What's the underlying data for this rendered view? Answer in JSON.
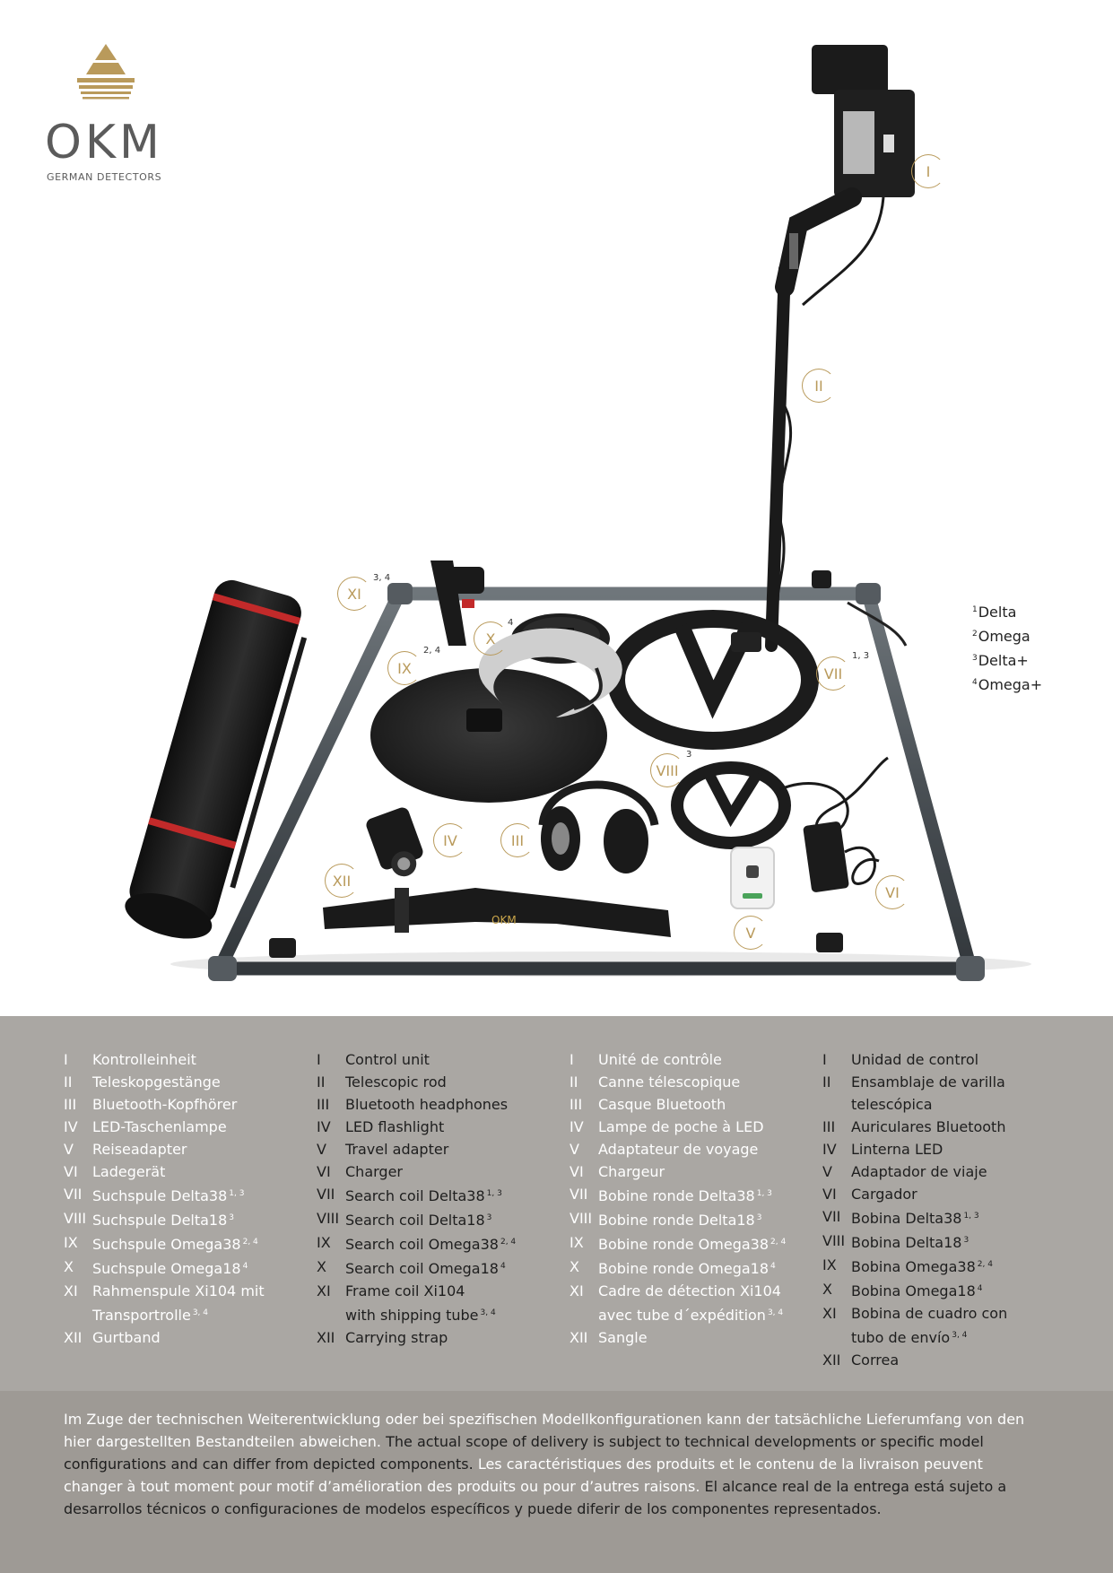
{
  "brand": {
    "name": "OKM",
    "tagline": "GERMAN DETECTORS",
    "colors": {
      "gold": "#b99a5b",
      "grey": "#5b5b5b"
    }
  },
  "callouts": [
    {
      "num": "I",
      "sup": ""
    },
    {
      "num": "II",
      "sup": ""
    },
    {
      "num": "III",
      "sup": ""
    },
    {
      "num": "IV",
      "sup": ""
    },
    {
      "num": "V",
      "sup": ""
    },
    {
      "num": "VI",
      "sup": ""
    },
    {
      "num": "VII",
      "sup": "1, 3"
    },
    {
      "num": "VIII",
      "sup": "3"
    },
    {
      "num": "IX",
      "sup": "2, 4"
    },
    {
      "num": "X",
      "sup": "4"
    },
    {
      "num": "XI",
      "sup": "3, 4"
    },
    {
      "num": "XII",
      "sup": ""
    }
  ],
  "models": [
    {
      "sup": "1",
      "name": "Delta"
    },
    {
      "sup": "2",
      "name": "Omega"
    },
    {
      "sup": "3",
      "name": "Delta+"
    },
    {
      "sup": "4",
      "name": "Omega+"
    }
  ],
  "legend": {
    "de": [
      {
        "num": "I",
        "text": "Kontrolleinheit",
        "sup": ""
      },
      {
        "num": "II",
        "text": "Teleskopgestänge",
        "sup": ""
      },
      {
        "num": "III",
        "text": "Bluetooth-Kopfhörer",
        "sup": ""
      },
      {
        "num": "IV",
        "text": "LED-Taschenlampe",
        "sup": ""
      },
      {
        "num": "V",
        "text": "Reiseadapter",
        "sup": ""
      },
      {
        "num": "VI",
        "text": "Ladegerät",
        "sup": ""
      },
      {
        "num": "VII",
        "text": "Suchspule Delta38",
        "sup": "1, 3"
      },
      {
        "num": "VIII",
        "text": "Suchspule Delta18",
        "sup": "3"
      },
      {
        "num": "IX",
        "text": "Suchspule Omega38",
        "sup": "2, 4"
      },
      {
        "num": "X",
        "text": "Suchspule Omega18",
        "sup": "4"
      },
      {
        "num": "XI",
        "text": "Rahmenspule Xi104 mit",
        "sup": ""
      },
      {
        "num": "",
        "text": "Transportrolle",
        "sup": "3, 4"
      },
      {
        "num": "XII",
        "text": "Gurtband",
        "sup": ""
      }
    ],
    "en": [
      {
        "num": "I",
        "text": "Control unit",
        "sup": ""
      },
      {
        "num": "II",
        "text": "Telescopic rod",
        "sup": ""
      },
      {
        "num": "III",
        "text": "Bluetooth headphones",
        "sup": ""
      },
      {
        "num": "IV",
        "text": "LED flashlight",
        "sup": ""
      },
      {
        "num": "V",
        "text": "Travel adapter",
        "sup": ""
      },
      {
        "num": "VI",
        "text": "Charger",
        "sup": ""
      },
      {
        "num": "VII",
        "text": "Search coil Delta38",
        "sup": "1, 3"
      },
      {
        "num": "VIII",
        "text": "Search coil Delta18",
        "sup": "3"
      },
      {
        "num": "IX",
        "text": "Search coil Omega38",
        "sup": "2, 4"
      },
      {
        "num": "X",
        "text": "Search coil Omega18",
        "sup": "4"
      },
      {
        "num": "XI",
        "text": "Frame coil Xi104",
        "sup": ""
      },
      {
        "num": "",
        "text": "with shipping tube",
        "sup": "3, 4"
      },
      {
        "num": "XII",
        "text": "Carrying strap",
        "sup": ""
      }
    ],
    "fr": [
      {
        "num": "I",
        "text": "Unité de contrôle",
        "sup": ""
      },
      {
        "num": "II",
        "text": "Canne télescopique",
        "sup": ""
      },
      {
        "num": "III",
        "text": "Casque Bluetooth",
        "sup": ""
      },
      {
        "num": "IV",
        "text": "Lampe de poche à LED",
        "sup": ""
      },
      {
        "num": "V",
        "text": "Adaptateur de voyage",
        "sup": ""
      },
      {
        "num": "VI",
        "text": "Chargeur",
        "sup": ""
      },
      {
        "num": "VII",
        "text": "Bobine ronde Delta38",
        "sup": "1, 3"
      },
      {
        "num": "VIII",
        "text": "Bobine ronde Delta18",
        "sup": "3"
      },
      {
        "num": "IX",
        "text": "Bobine ronde Omega38",
        "sup": "2, 4"
      },
      {
        "num": "X",
        "text": "Bobine ronde Omega18",
        "sup": "4"
      },
      {
        "num": "XI",
        "text": "Cadre de détection Xi104",
        "sup": ""
      },
      {
        "num": "",
        "text": "avec tube d´expédition",
        "sup": "3, 4"
      },
      {
        "num": "XII",
        "text": "Sangle",
        "sup": ""
      }
    ],
    "es": [
      {
        "num": "I",
        "text": "Unidad de control",
        "sup": ""
      },
      {
        "num": "II",
        "text": "Ensamblaje de varilla",
        "sup": ""
      },
      {
        "num": "",
        "text": "telescópica",
        "sup": ""
      },
      {
        "num": "III",
        "text": "Auriculares Bluetooth",
        "sup": ""
      },
      {
        "num": "IV",
        "text": "Linterna LED",
        "sup": ""
      },
      {
        "num": "V",
        "text": "Adaptador de viaje",
        "sup": ""
      },
      {
        "num": "VI",
        "text": "Cargador",
        "sup": ""
      },
      {
        "num": "VII",
        "text": "Bobina Delta38",
        "sup": "1, 3"
      },
      {
        "num": "VIII",
        "text": "Bobina Delta18",
        "sup": "3"
      },
      {
        "num": "IX",
        "text": "Bobina Omega38",
        "sup": "2, 4"
      },
      {
        "num": "X",
        "text": "Bobina Omega18",
        "sup": "4"
      },
      {
        "num": "XI",
        "text": "Bobina de cuadro con",
        "sup": ""
      },
      {
        "num": "",
        "text": "tubo de envío",
        "sup": "3, 4"
      },
      {
        "num": "XII",
        "text": "Correa",
        "sup": ""
      }
    ]
  },
  "disclaimer": {
    "de": "Im Zuge der technischen Weiterentwicklung oder bei spezifischen Modellkonfigurationen kann der tatsächliche Lieferumfang von den hier dargestellten Bestandteilen abweichen.",
    "en": "The actual scope of delivery is subject to technical developments or specific model configurations and can differ from depicted components.",
    "fr": "Les caractéristiques des produits et le contenu de la livraison peuvent changer à tout moment pour motif d’amélioration des produits ou pour d’autres raisons.",
    "es": "El alcance real de la entrega está sujeto a desarrollos técnicos o configuraciones de modelos específicos y puede diferir de los componentes representados."
  }
}
